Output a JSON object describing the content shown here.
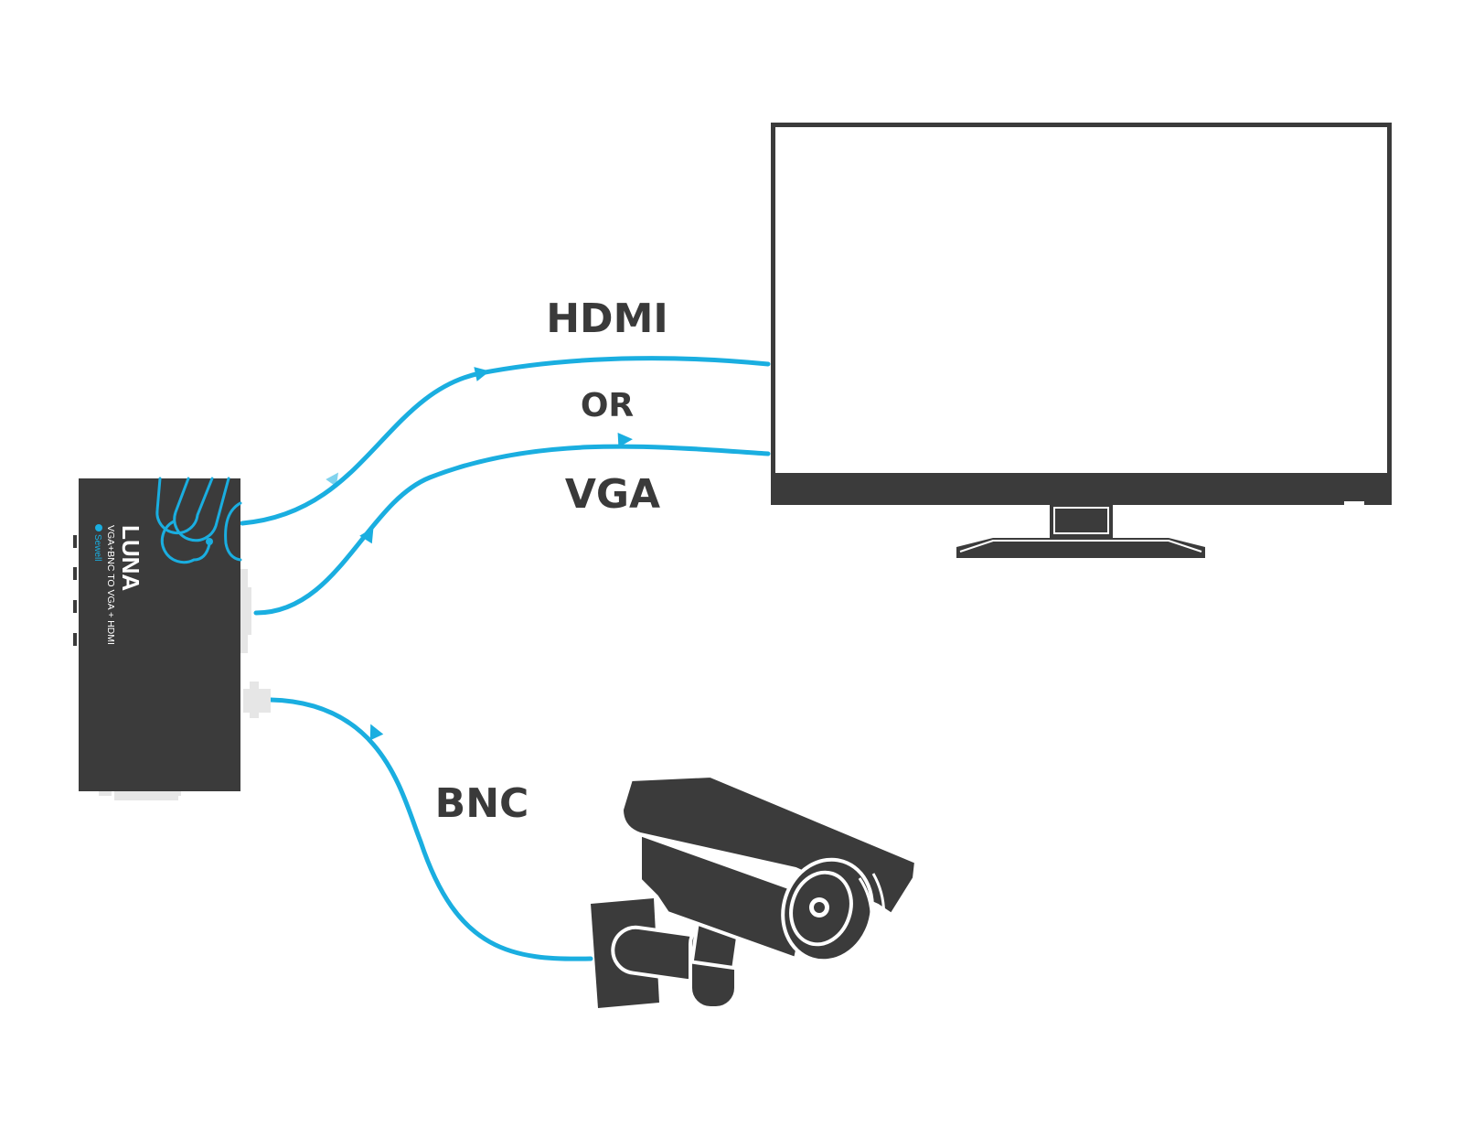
{
  "colors": {
    "cable": "#1aaee0",
    "arrow": "#1aaee0",
    "device": "#3b3b3b",
    "connector": "#e6e6e6",
    "text": "#3a3a3a",
    "background": "#ffffff"
  },
  "connections": {
    "hdmi_label": "HDMI",
    "or_label": "OR",
    "vga_label": "VGA",
    "bnc_label": "BNC"
  },
  "converter": {
    "name": "LUNA",
    "subtitle": "VGA+BNC TO VGA + HDMI",
    "brand": "Sewell"
  },
  "icons": {
    "converter": "converter-box-icon",
    "monitor": "monitor-icon",
    "camera": "security-camera-icon"
  }
}
